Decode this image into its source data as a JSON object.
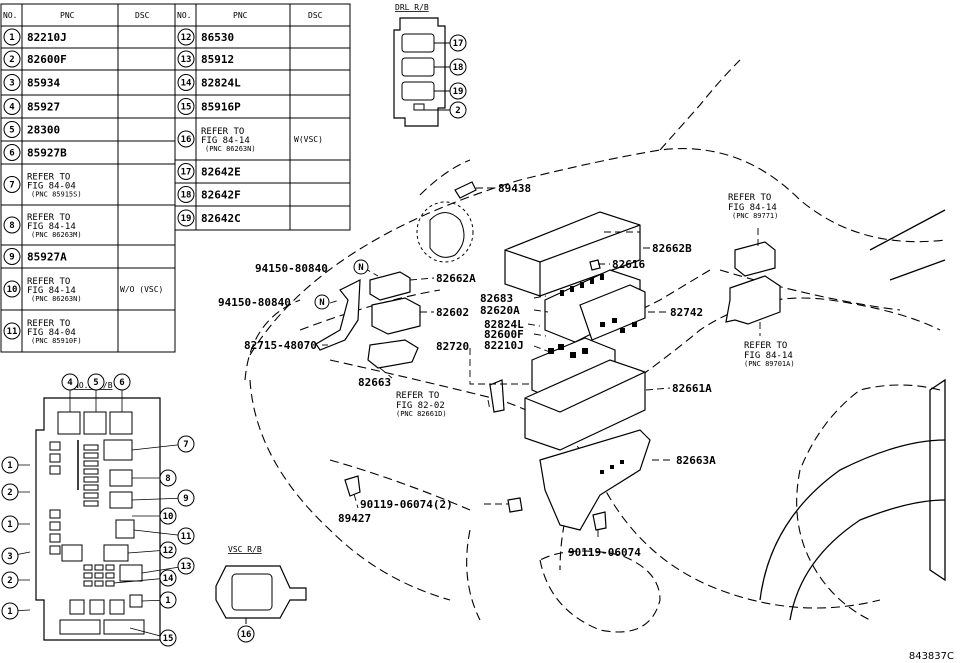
{
  "table": {
    "headers": [
      "NO.",
      "PNC",
      "DSC",
      "NO.",
      "PNC",
      "DSC"
    ],
    "left_rows": [
      {
        "no": "1",
        "pnc": "82210J",
        "dsc": ""
      },
      {
        "no": "2",
        "pnc": "82600F",
        "dsc": ""
      },
      {
        "no": "3",
        "pnc": "85934",
        "dsc": ""
      },
      {
        "no": "4",
        "pnc": "85927",
        "dsc": ""
      },
      {
        "no": "5",
        "pnc": "28300",
        "dsc": ""
      },
      {
        "no": "6",
        "pnc": "85927B",
        "dsc": ""
      },
      {
        "no": "7",
        "pnc": "",
        "ref": [
          "REFER TO",
          "FIG 84-04"
        ],
        "sub": "(PNC 85915S)",
        "dsc": ""
      },
      {
        "no": "8",
        "pnc": "",
        "ref": [
          "REFER TO",
          "FIG 84-14"
        ],
        "sub": "(PNC 86263M)",
        "dsc": ""
      },
      {
        "no": "9",
        "pnc": "85927A",
        "dsc": ""
      },
      {
        "no": "10",
        "pnc": "",
        "ref": [
          "REFER TO",
          "FIG 84-14"
        ],
        "sub": "(PNC 86263N)",
        "dsc": "W/O (VSC)"
      },
      {
        "no": "11",
        "pnc": "",
        "ref": [
          "REFER TO",
          "FIG 84-04"
        ],
        "sub": "(PNC 85910F)",
        "dsc": ""
      }
    ],
    "right_rows": [
      {
        "no": "12",
        "pnc": "86530",
        "dsc": ""
      },
      {
        "no": "13",
        "pnc": "85912",
        "dsc": ""
      },
      {
        "no": "14",
        "pnc": "82824L",
        "dsc": ""
      },
      {
        "no": "15",
        "pnc": "85916P",
        "dsc": ""
      },
      {
        "no": "16",
        "pnc": "",
        "ref": [
          "REFER TO",
          "FIG 84-14"
        ],
        "sub": "(PNC 86263N)",
        "dsc": "W(VSC)"
      },
      {
        "no": "17",
        "pnc": "82642E",
        "dsc": ""
      },
      {
        "no": "18",
        "pnc": "82642F",
        "dsc": ""
      },
      {
        "no": "19",
        "pnc": "82642C",
        "dsc": ""
      }
    ]
  },
  "drl": {
    "title": "DRL R/B",
    "callouts": [
      "17",
      "18",
      "19",
      "2"
    ]
  },
  "jb": {
    "title": "NO.2 J/B",
    "callouts": [
      "4",
      "5",
      "6",
      "7",
      "8",
      "9",
      "10",
      "11",
      "12",
      "13",
      "14",
      "1",
      "15",
      "1",
      "2",
      "1",
      "3",
      "2",
      "1"
    ]
  },
  "vsc": {
    "title": "VSC R/B",
    "callout": "16"
  },
  "parts": {
    "p89438": "89438",
    "p82662b": "82662B",
    "p82616": "82616",
    "p94150a": "94150-80840",
    "n": "N",
    "p82662a": "82662A",
    "p94150b": "94150-80840",
    "p82602": "82602",
    "p82683": "82683",
    "p82620a": "82620A",
    "p82742": "82742",
    "p82824l": "82824L",
    "p82600f": "82600F",
    "p82720": "82720",
    "p82210j": "82210J",
    "p82715": "82715-48070",
    "p82663": "82663",
    "p82661a": "82661A",
    "p82663a": "82663A",
    "p89427": "89427",
    "p90119a": "90119-06074(2)",
    "p90119b": "90119-06074",
    "ref1": [
      "REFER TO",
      "FIG 84-14"
    ],
    "ref1sub": "(PNC 89771)",
    "ref2": [
      "REFER TO",
      "FIG 84-14"
    ],
    "ref2sub": "(PNC 89701A)",
    "ref3": [
      "REFER TO",
      "FIG 82-02"
    ],
    "ref3sub": "(PNC 82661D)"
  },
  "figure_id": "843837C"
}
